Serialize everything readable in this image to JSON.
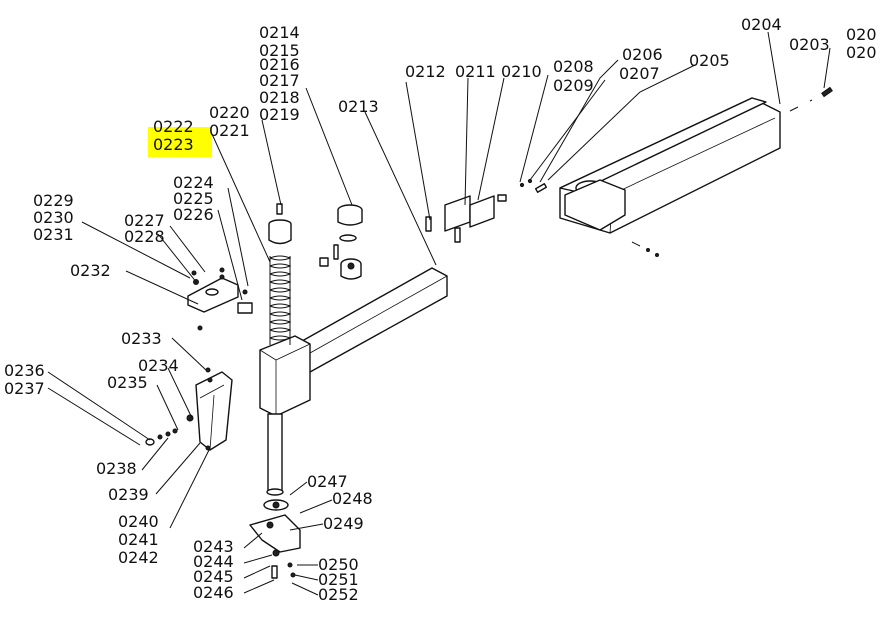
{
  "diagram": {
    "highlight_color": "#ffff00",
    "highlighted_label": "0223",
    "labels": [
      "0204",
      "0203",
      "020",
      "020",
      "0205",
      "0206",
      "0207",
      "0208",
      "0209",
      "0210",
      "0211",
      "0212",
      "0213",
      "0214",
      "0215",
      "0216",
      "0217",
      "0218",
      "0219",
      "0220",
      "0221",
      "0222",
      "0223",
      "0224",
      "0225",
      "0226",
      "0227",
      "0228",
      "0229",
      "0230",
      "0231",
      "0232",
      "0233",
      "0234",
      "0235",
      "0236",
      "0237",
      "0238",
      "0239",
      "0240",
      "0241",
      "0242",
      "0243",
      "0244",
      "0245",
      "0246",
      "0247",
      "0248",
      "0249",
      "0250",
      "0251",
      "0252"
    ]
  }
}
